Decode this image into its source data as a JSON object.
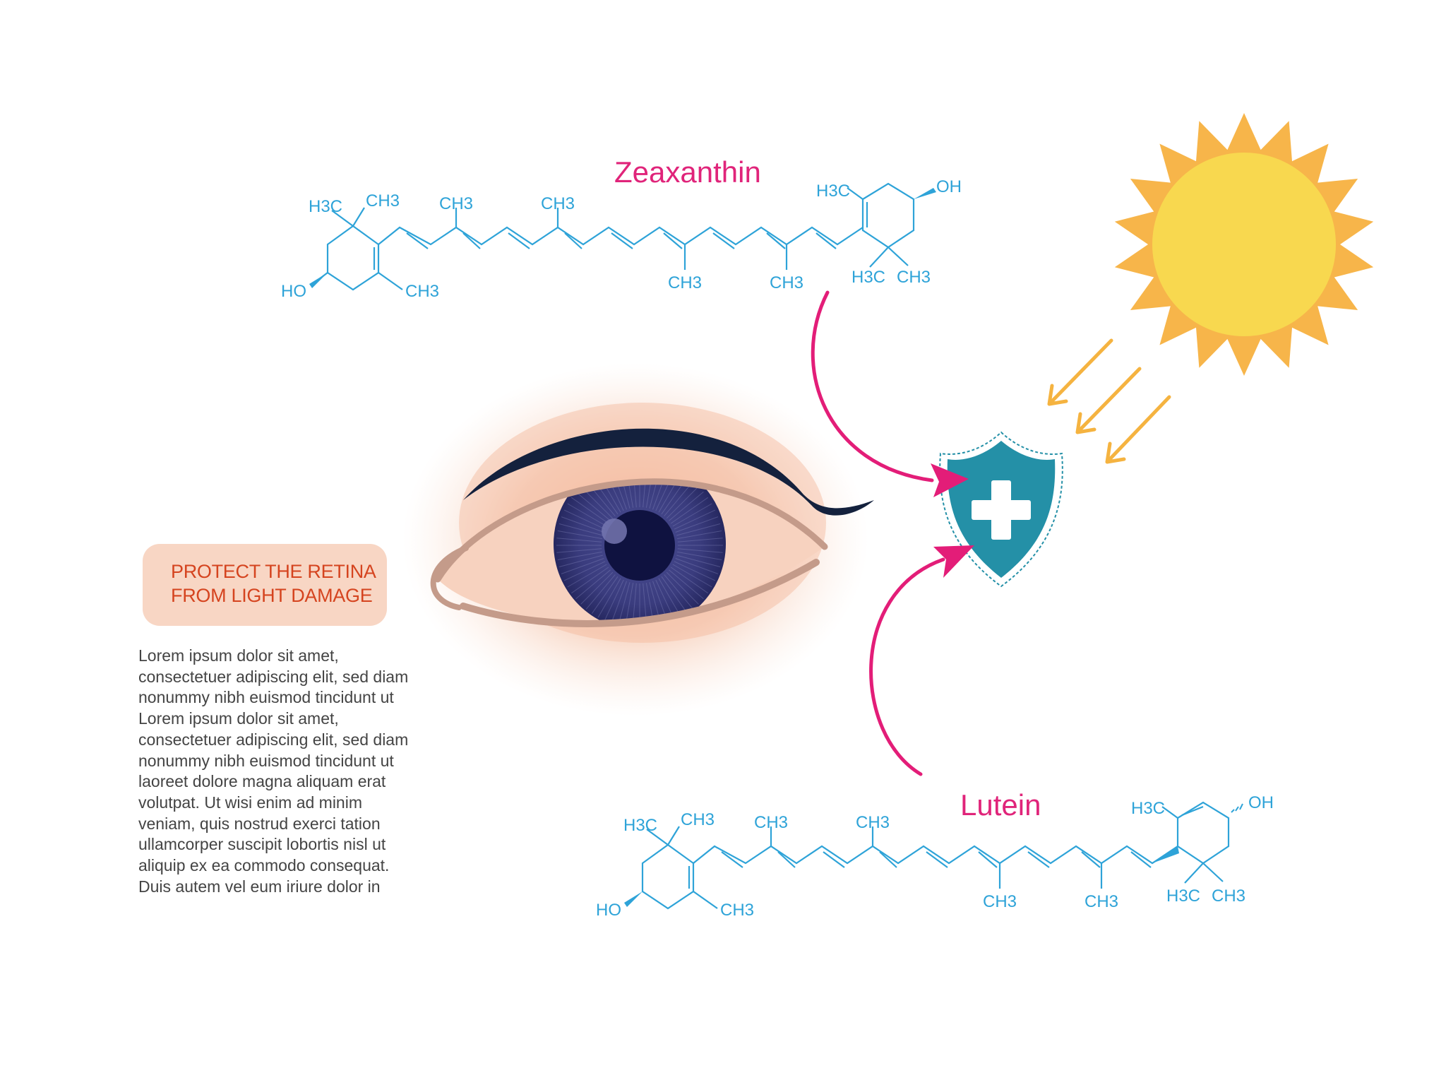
{
  "colors": {
    "molecule": "#2ea3d8",
    "title": "#e0247a",
    "arrow": "#e31d78",
    "sun_rays": "#f7b54a",
    "sun_core": "#f8d84f",
    "shield": "#2490a7",
    "iris": "#3a3c7e",
    "pupil": "#0f1240",
    "eyelid_line": "#14213d",
    "skin_glow": "#f4c2a8",
    "badge_bg": "#f8d6c4",
    "badge_text": "#d5441f",
    "body_text": "#444444",
    "light_ray": "#f5b340"
  },
  "zeaxanthin": {
    "title": "Zeaxanthin",
    "labels": {
      "h3c_left": "H3C",
      "ch3_top_left": "CH3",
      "ho_left": "HO",
      "ch3_ring_left": "CH3",
      "ch3_up_1": "CH3",
      "ch3_up_2": "CH3",
      "ch3_down_1": "CH3",
      "ch3_down_2": "CH3",
      "h3c_right_top": "H3C",
      "oh_right": "OH",
      "h3c_right_bottom": "H3C",
      "ch3_right_bottom": "CH3"
    }
  },
  "lutein": {
    "title": "Lutein",
    "labels": {
      "h3c_left": "H3C",
      "ch3_top_left": "CH3",
      "ho_left": "HO",
      "ch3_ring_left": "CH3",
      "ch3_up_1": "CH3",
      "ch3_up_2": "CH3",
      "ch3_down_1": "CH3",
      "ch3_down_2": "CH3",
      "h3c_right_top": "H3C",
      "oh_right": "OH",
      "h3c_right_bottom": "H3C",
      "ch3_right_bottom": "CH3"
    }
  },
  "badge": {
    "line1": "PROTECT THE RETINA",
    "line2": "FROM LIGHT DAMAGE"
  },
  "body_text": {
    "lines": [
      "Lorem ipsum dolor sit amet,",
      "consectetuer adipiscing elit, sed diam",
      "nonummy nibh euismod tincidunt ut",
      "Lorem ipsum dolor sit amet,",
      "consectetuer adipiscing elit, sed diam",
      "nonummy nibh euismod tincidunt ut",
      "laoreet dolore magna aliquam erat",
      "volutpat. Ut wisi enim ad minim",
      "veniam, quis nostrud exerci tation",
      "ullamcorper suscipit lobortis nisl ut",
      "aliquip ex ea commodo consequat.",
      "Duis autem vel eum iriure dolor in"
    ]
  },
  "icons": {
    "sun": "sun-icon",
    "shield": "shield-plus-icon",
    "eye": "eye-illustration"
  }
}
